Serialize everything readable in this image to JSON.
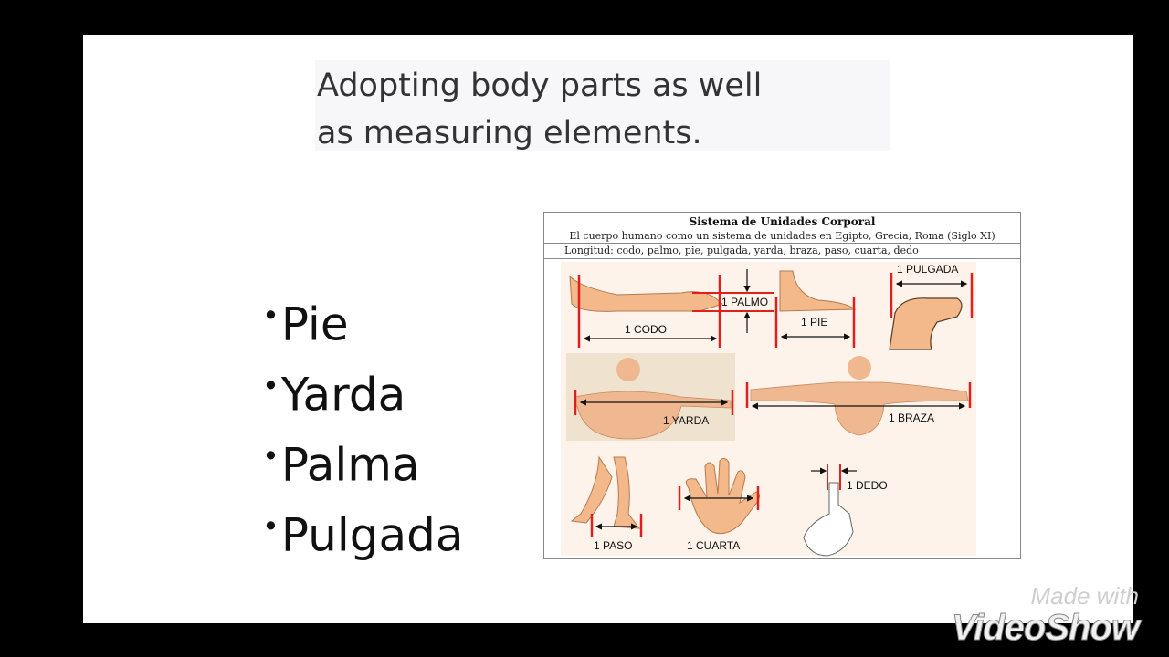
{
  "slide": {
    "title": "Adopting body parts as well\nas measuring elements.",
    "bullets": [
      "Pie",
      "Yarda",
      "Palma",
      "Pulgada"
    ],
    "bullet_char": "•"
  },
  "figure": {
    "title": "Sistema de Unidades Corporal",
    "subtitle": "El cuerpo humano como un sistema de unidades en Egipto, Grecia, Roma (Siglo XI)",
    "longitud": "Longitud: codo, palmo, pie, pulgada, yarda, braza, paso, cuarta, dedo",
    "labels": {
      "codo": "1 CODO",
      "palmo": "1 PALMO",
      "pie": "1 PIE",
      "pulgada": "1 PULGADA",
      "yarda": "1 YARDA",
      "braza": "1 BRAZA",
      "paso": "1 PASO",
      "cuarta": "1 CUARTA",
      "dedo": "1 DEDO"
    }
  },
  "watermark": {
    "line1": "Made with",
    "line2": "VideoShow"
  },
  "colors": {
    "measure_red": "#e0201f",
    "skin": "#f3b98a"
  }
}
